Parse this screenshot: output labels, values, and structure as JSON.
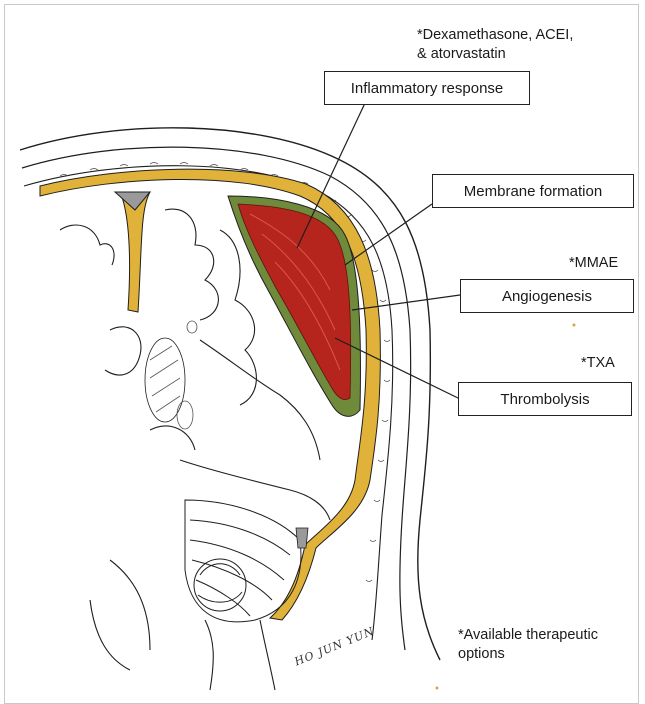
{
  "labels": {
    "inflammatory": "Inflammatory response",
    "membrane": "Membrane formation",
    "angiogenesis": "Angiogenesis",
    "thrombolysis": "Thrombolysis"
  },
  "therapies": {
    "dexamethasone_line1": "*Dexamethasone, ACEI,",
    "dexamethasone_line2": "& atorvastatin",
    "mmae": "*MMAE",
    "txa": "*TXA"
  },
  "footnote": {
    "line1": "*Available therapeutic",
    "line2": "options"
  },
  "artist_signature": "HO JUN YUN",
  "colors": {
    "hematoma": "#b5251e",
    "membrane": "#6f8a3a",
    "dura": "#e0b23a",
    "ink": "#1f1f1f"
  }
}
